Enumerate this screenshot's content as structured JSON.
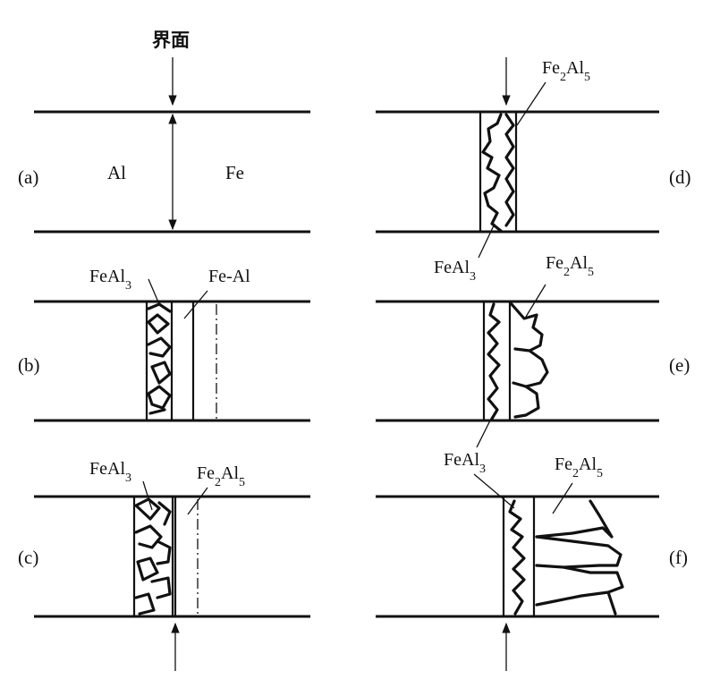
{
  "interface_label": "界面",
  "panels": {
    "a": {
      "tag": "(a)",
      "left_metal": "Al",
      "right_metal": "Fe"
    },
    "b": {
      "tag": "(b)",
      "phase1": "FeAl",
      "phase1_sub": "3",
      "phase2": "Fe-Al"
    },
    "c": {
      "tag": "(c)",
      "phase1": "FeAl",
      "phase1_sub": "3",
      "phase2_a": "Fe",
      "phase2_sub1": "2",
      "phase2_b": "Al",
      "phase2_sub2": "5"
    },
    "d": {
      "tag": "(d)",
      "phase1": "FeAl",
      "phase1_sub": "3",
      "phase2_a": "Fe",
      "phase2_sub1": "2",
      "phase2_b": "Al",
      "phase2_sub2": "5"
    },
    "e": {
      "tag": "(e)",
      "phase1": "FeAl",
      "phase1_sub": "3",
      "phase2_a": "Fe",
      "phase2_sub1": "2",
      "phase2_b": "Al",
      "phase2_sub2": "5"
    },
    "f": {
      "tag": "(f)",
      "phase1": "FeAl",
      "phase1_sub": "3",
      "phase2_a": "Fe",
      "phase2_sub1": "2",
      "phase2_b": "Al",
      "phase2_sub2": "5"
    }
  },
  "colors": {
    "ink": "#111111",
    "background": "#ffffff"
  }
}
